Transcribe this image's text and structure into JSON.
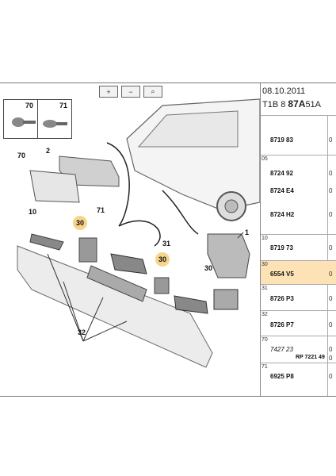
{
  "toolbar": {
    "zoom_in_icon": "zoom-in-icon",
    "zoom_out_icon": "zoom-out-icon",
    "search_icon": "search-zoom-icon"
  },
  "header": {
    "date": "08.10.2011",
    "code_prefix": "T1B 8",
    "code_bold": "87A",
    "code_suffix": "51A"
  },
  "diagram_labels": [
    "70",
    "71",
    "2",
    "70",
    "71",
    "10",
    "30",
    "1",
    "31",
    "30",
    "30",
    "32"
  ],
  "parts": [
    {
      "group": "",
      "ref": "8719 83",
      "qty": "0",
      "italic": false,
      "highlight": false
    },
    {
      "group": "05",
      "ref": "8724 92",
      "qty": "0",
      "italic": false,
      "highlight": false
    },
    {
      "group": "",
      "ref": "8724 E4",
      "qty": "0",
      "italic": false,
      "highlight": false
    },
    {
      "group": "",
      "ref": "8724 H2",
      "qty": "0",
      "italic": false,
      "highlight": false
    },
    {
      "group": "10",
      "ref": "8719 73",
      "qty": "0",
      "italic": false,
      "highlight": false
    },
    {
      "group": "30",
      "ref": "6554 V5",
      "qty": "0",
      "italic": false,
      "highlight": true
    },
    {
      "group": "31",
      "ref": "8726 P3",
      "qty": "0",
      "italic": false,
      "highlight": false
    },
    {
      "group": "32",
      "ref": "8726 P7",
      "qty": "0",
      "italic": false,
      "highlight": false
    },
    {
      "group": "70",
      "ref": "7427 23",
      "qty": "0",
      "italic": true,
      "highlight": false
    },
    {
      "group": "",
      "ref": "RP 7221 49",
      "qty": "0",
      "italic": false,
      "highlight": false
    },
    {
      "group": "71",
      "ref": "6925 P8",
      "qty": "0",
      "italic": false,
      "highlight": false
    }
  ]
}
